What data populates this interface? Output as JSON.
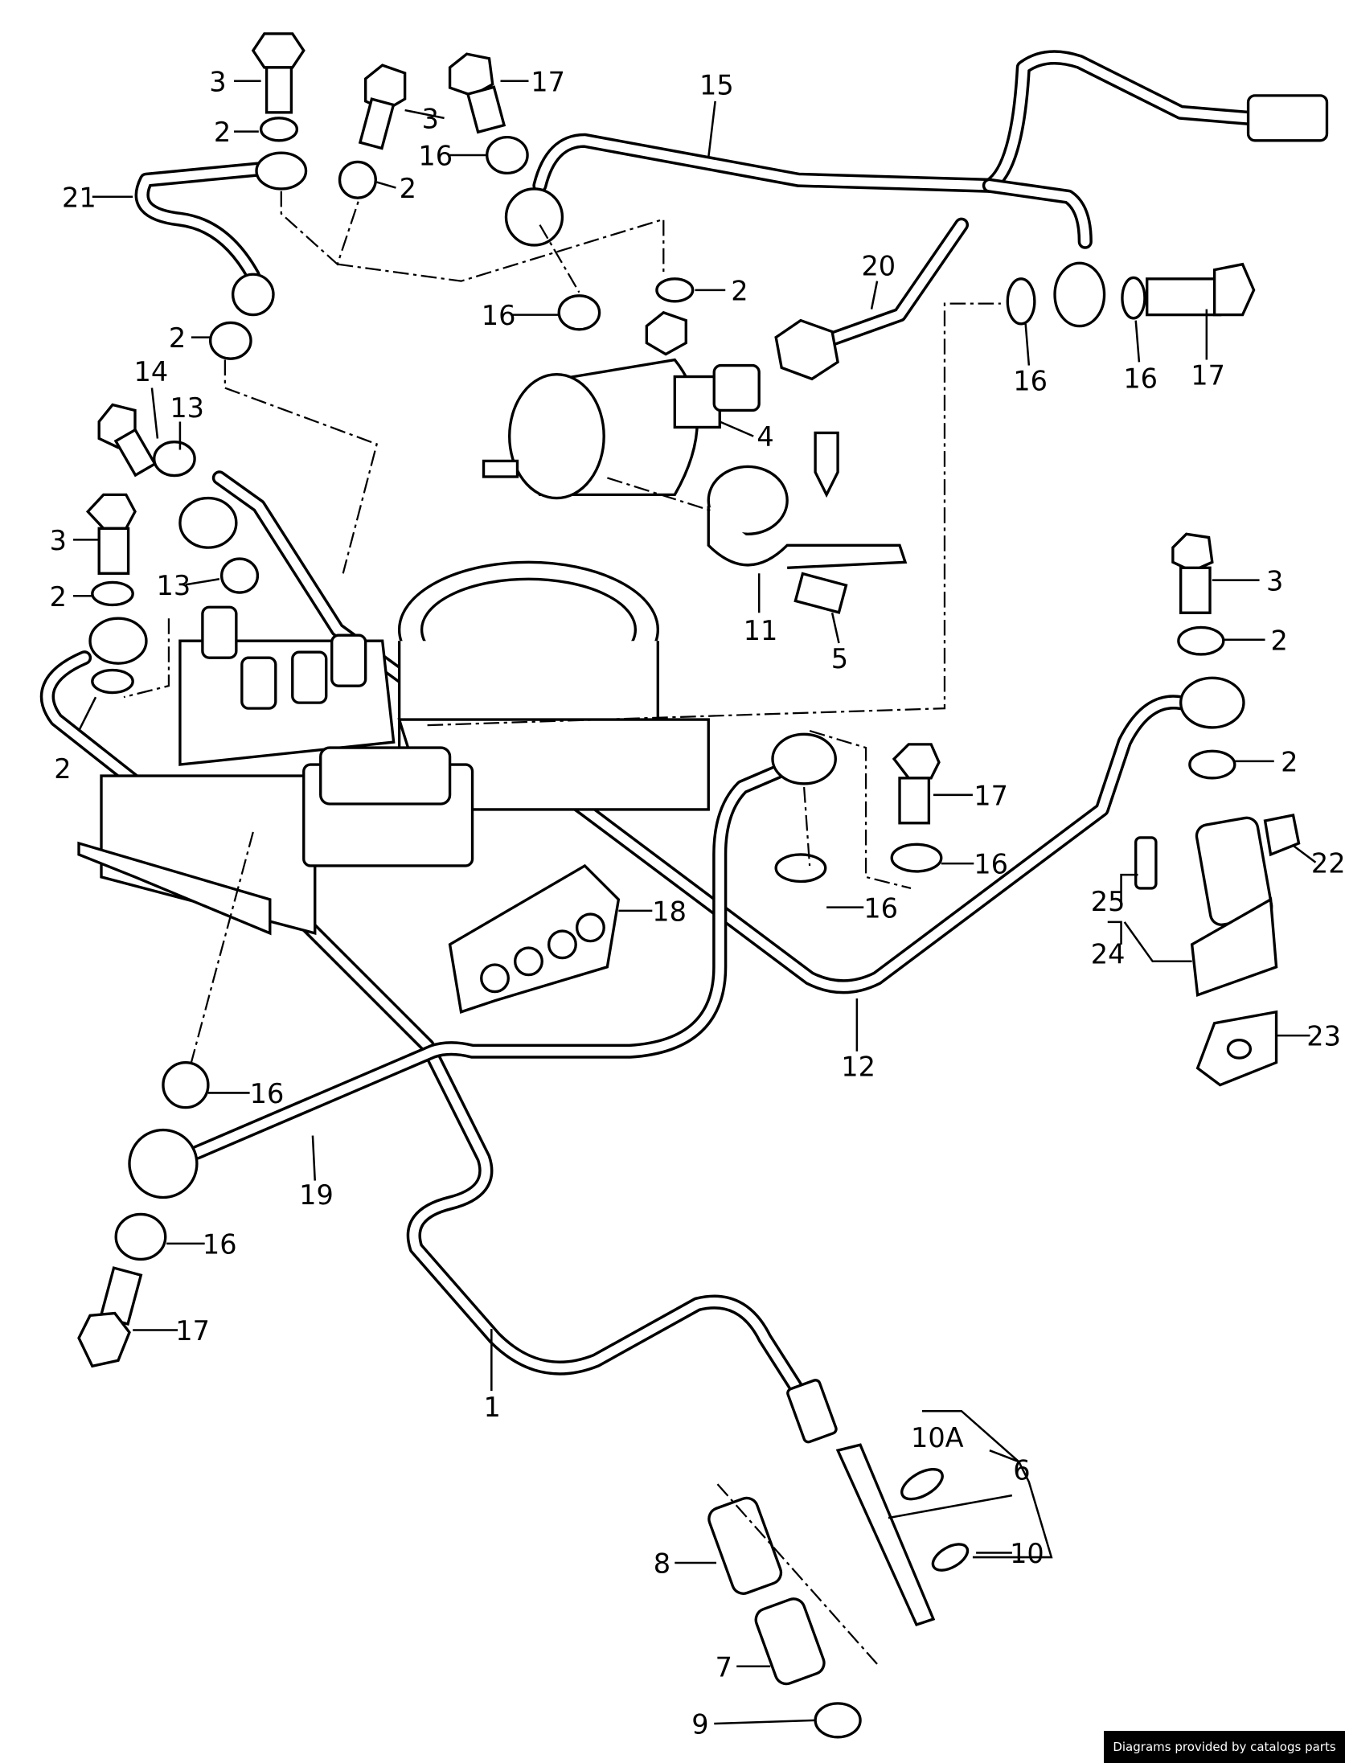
{
  "callouts": {
    "c3a": "3",
    "c2a": "2",
    "c21": "21",
    "c3b": "3",
    "c2b": "2",
    "c17a": "17",
    "c16a": "16",
    "c15": "15",
    "c16b": "16",
    "c2c": "2",
    "c20": "20",
    "c2d": "2",
    "c14": "14",
    "c13a": "13",
    "c4": "4",
    "c16c": "16",
    "c16d": "16",
    "c17b": "17",
    "c3c": "3",
    "c2e": "2",
    "c13b": "13",
    "c11": "11",
    "c5": "5",
    "c3d": "3",
    "c2f": "2",
    "c2g": "2",
    "c17c": "17",
    "c2h": "2",
    "c16e": "16",
    "c22": "22",
    "c16f": "16",
    "c25": "25",
    "c18": "18",
    "c24": "24",
    "c12": "12",
    "c23": "23",
    "c16g": "16",
    "c19": "19",
    "c16h": "16",
    "c17d": "17",
    "c1": "1",
    "c10A": "10A",
    "c6": "6",
    "c8": "8",
    "c10": "10",
    "c7": "7",
    "c9": "9"
  },
  "footer": {
    "credit": "Diagrams provided by catalogs parts"
  }
}
